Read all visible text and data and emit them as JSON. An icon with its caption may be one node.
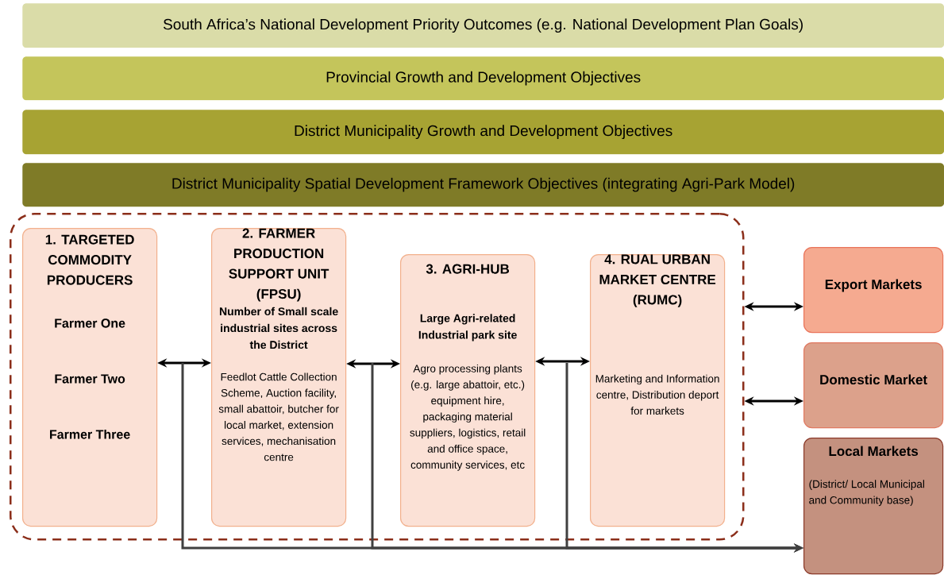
{
  "diagram": {
    "nodes": [
      {
        "text": [
          "South Africa’s National Development Priority Outcomes (e.g. National Development Plan Goals)"
        ]
      },
      {
        "text": [
          "Provincial Growth and Development Objectives"
        ]
      },
      {
        "text": [
          "District Municipality Growth and Development Objectives"
        ]
      },
      {
        "text": [
          "District Municipality Spatial Development Framework Objectives (integrating Agri-Park Model)"
        ]
      },
      {
        "text": [],
        "shape": "box"
      },
      {
        "text": [
          "1. TARGETED COMMODITY PRODUCERS",
          "Farmer One",
          "Farmer Two",
          "Farmer Three"
        ],
        "in": 4
      },
      {
        "text": [
          "2. FARMER PRODUCTION SUPPORT UNIT (FPSU)",
          "Number of Small scale industrial sites across the District",
          "Feedlot Cattle Collection Scheme, Auction facility, small abattoir, butcher for local market, extension services, mechanisation centre"
        ],
        "in": 4
      },
      {
        "text": [
          "3. AGRI-HUB",
          "Large Agri-related Industrial park site",
          "Agro processing plants (e.g. large abattoir, etc.) equipment hire, packaging material suppliers, logistics, retail and office space, community services, etc"
        ],
        "in": 4
      },
      {
        "text": [
          "4. RUAL URBAN MARKET CENTRE (RUMC)",
          "Marketing and Information centre, Distribution deport for markets"
        ],
        "in": 4
      },
      {
        "text": [
          "Export Markets"
        ]
      },
      {
        "text": [
          "Domestic Market"
        ]
      },
      {
        "text": [
          "Local Markets",
          "(District/ Local Municipal and Community base)"
        ]
      }
    ],
    "edges": [
      {
        "from": 5,
        "to": 6,
        "arrow": "both"
      },
      {
        "from": 6,
        "to": 7,
        "arrow": "both"
      },
      {
        "from": 7,
        "to": 8,
        "arrow": "both"
      },
      {
        "from": 4,
        "to": 9,
        "arrow": "both"
      },
      {
        "from": 4,
        "to": 10,
        "arrow": "both"
      },
      {
        "from": null,
        "to": 11,
        "arrow": "to",
        "color": "#404040"
      },
      {
        "from": null,
        "to": 11,
        "arrow": "to",
        "color": "#404040"
      },
      {
        "from": null,
        "to": 11,
        "arrow": "to",
        "color": "#404040"
      }
    ]
  }
}
